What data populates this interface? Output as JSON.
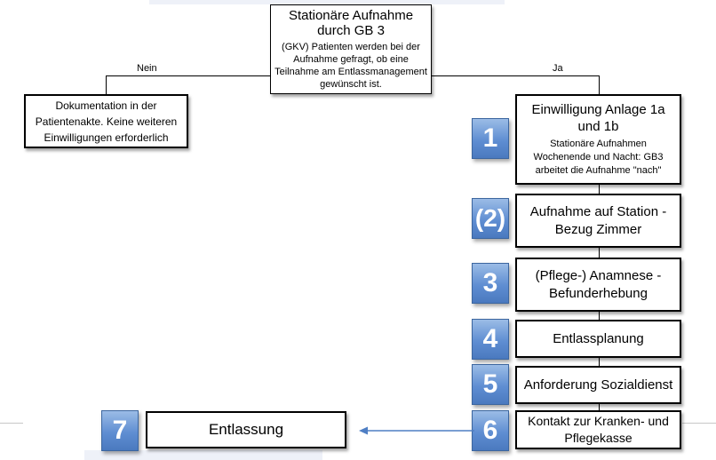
{
  "top_box": {
    "title_line1": "Stationäre Aufnahme",
    "title_line2": "durch GB 3",
    "body": "(GKV) Patienten werden bei der Aufnahme gefragt, ob eine Teilnahme am Entlassmanagement gewünscht ist."
  },
  "branch_labels": {
    "no": "Nein",
    "yes": "Ja"
  },
  "left_box": {
    "text": "Dokumentation in der Patientenakte. Keine weiteren Einwilligungen erforderlich"
  },
  "steps": [
    {
      "badge": "1",
      "title": "Einwilligung Anlage 1a und 1b",
      "subtitle": "Stationäre Aufnahmen Wochenende und Nacht: GB3 arbeitet die Aufnahme \"nach\""
    },
    {
      "badge": "(2)",
      "title": "Aufnahme auf Station - Bezug Zimmer"
    },
    {
      "badge": "3",
      "title": "(Pflege-) Anamnese - Befunderhebung"
    },
    {
      "badge": "4",
      "title": "Entlassplanung"
    },
    {
      "badge": "5",
      "title": "Anforderung Sozialdienst"
    },
    {
      "badge": "6",
      "title": "Kontakt zur Kranken- und Pflegekasse"
    }
  ],
  "discharge": {
    "badge": "7",
    "title": "Entlassung"
  },
  "colors": {
    "badge_blue": "#5f8ed2",
    "arrow_blue": "#4f7fc4"
  }
}
